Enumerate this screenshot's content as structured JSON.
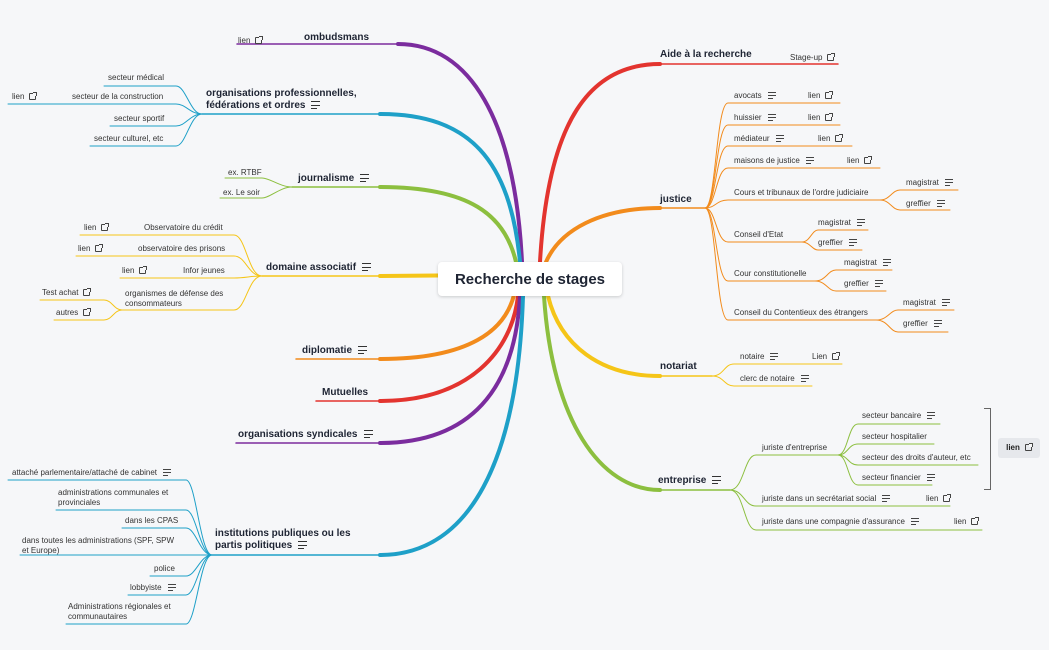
{
  "root": "Recherche de stages",
  "colors": {
    "purple": "#7b2c9e",
    "teal": "#1ea0c8",
    "green": "#8cbf3f",
    "yellow": "#f5c518",
    "orange": "#f28b1c",
    "red": "#e3342f",
    "teal2": "#2aa6d6"
  },
  "left": {
    "ombudsmans": {
      "title": "ombudsmans",
      "items": [
        "lien"
      ]
    },
    "orgpro": {
      "title": "organisations professionnelles, fédérations et ordres",
      "items": [
        "secteur médical",
        "secteur de la construction",
        "lien",
        "secteur sportif",
        "secteur culturel, etc"
      ]
    },
    "journalisme": {
      "title": "journalisme",
      "items": [
        "ex. RTBF",
        "ex. Le soir"
      ]
    },
    "associatif": {
      "title": "domaine associatif",
      "items": [
        "Observatoire du crédit",
        "lien",
        "observatoire des prisons",
        "lien",
        "Infor jeunes",
        "lien",
        "organismes de défense des consommateurs",
        "Test achat",
        "autres"
      ]
    },
    "diplomatie": {
      "title": "diplomatie"
    },
    "mutuelles": {
      "title": "Mutuelles"
    },
    "syndicales": {
      "title": "organisations syndicales"
    },
    "institutions": {
      "title": "institutions publiques ou les partis politiques",
      "items": [
        "attaché parlementaire/attaché de cabinet",
        "administrations communales et provinciales",
        "dans les CPAS",
        "dans toutes les administrations (SPF, SPW et Europe)",
        "police",
        "lobbyiste",
        "Administrations régionales et communautaires"
      ]
    }
  },
  "right": {
    "aide": {
      "title": "Aide à la recherche",
      "items": [
        "Stage-up"
      ]
    },
    "justice": {
      "title": "justice",
      "items": [
        "avocats",
        "lien",
        "huissier",
        "lien",
        "médiateur",
        "lien",
        "maisons de justice",
        "lien",
        "Cours et tribunaux de l'ordre judiciaire",
        "magistrat",
        "greffier",
        "Conseil d'Etat",
        "magistrat",
        "greffier",
        "Cour constitutionelle",
        "magistrat",
        "greffier",
        "Conseil du Contentieux des étrangers",
        "magistrat",
        "greffier"
      ]
    },
    "notariat": {
      "title": "notariat",
      "items": [
        "notaire",
        "Lien",
        "clerc de notaire"
      ]
    },
    "entreprise": {
      "title": "entreprise",
      "items": [
        "juriste d'entreprise",
        "secteur bancaire",
        "secteur hospitalier",
        "secteur des droits d'auteur, etc",
        "secteur financier",
        "lien",
        "juriste dans un secrétariat social",
        "lien",
        "juriste dans une compagnie d'assurance",
        "lien"
      ]
    }
  }
}
